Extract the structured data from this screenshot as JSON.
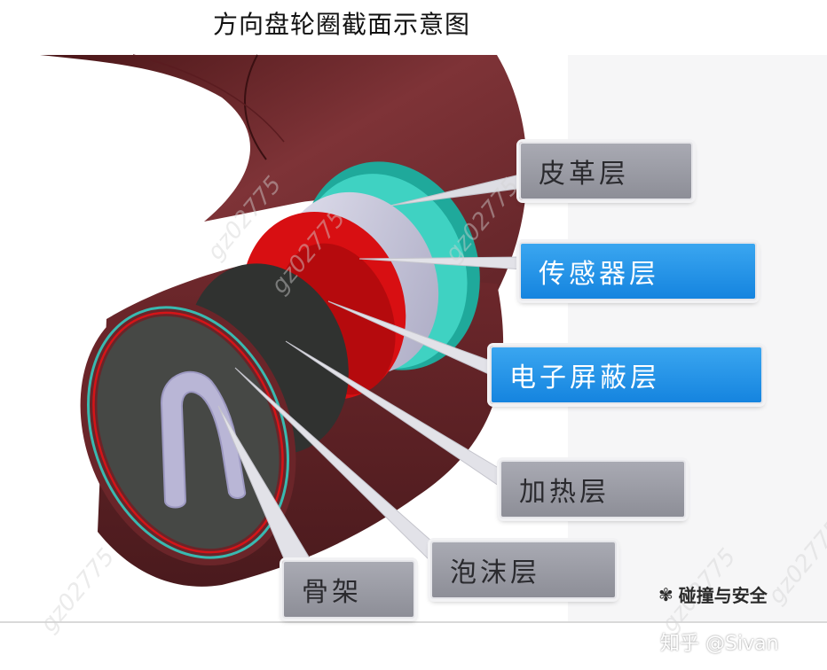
{
  "title": "方向盘轮圈截面示意图",
  "labels": {
    "leather": "皮革层",
    "sensor": "传感器层",
    "shield": "电子屏蔽层",
    "heating": "加热层",
    "foam": "泡沫层",
    "skeleton": "骨架"
  },
  "watermark": {
    "stamp": "gz02775",
    "brand": "碰撞与安全",
    "author": "知乎 @Sivan"
  },
  "colors": {
    "tube": "#7b2f33",
    "leather": "#3cc7b8",
    "sensor": "#c9c8db",
    "shield": "#d80f12",
    "heating": "#3a3c3a",
    "callout_blue": "#1c8ce3",
    "callout_gray": "#9b9ca5"
  }
}
